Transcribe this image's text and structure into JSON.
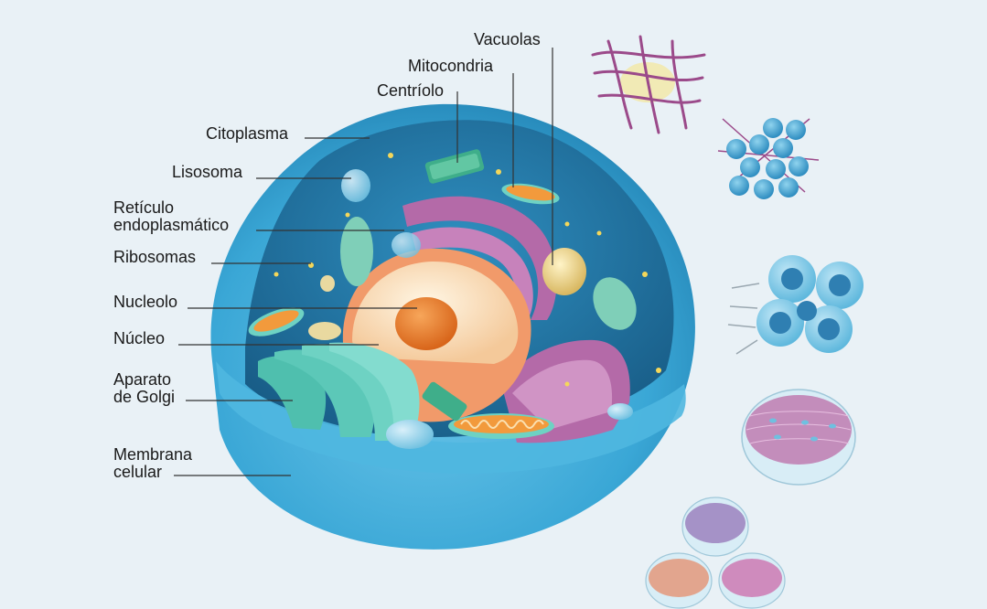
{
  "labels": {
    "vacuolas": "Vacuolas",
    "mitocondria": "Mitocondria",
    "centriolo": "Centríolo",
    "citoplasma": "Citoplasma",
    "lisosoma": "Lisosoma",
    "reticulo_1": "Retículo",
    "reticulo_2": "endoplasmático",
    "ribosomas": "Ribosomas",
    "nucleolo": "Nucleolo",
    "nucleo": "Núcleo",
    "golgi_1": "Aparato",
    "golgi_2": "de Golgi",
    "membrana_1": "Membrana",
    "membrana_2": "celular"
  },
  "colors": {
    "background": "#e9f1f6",
    "cell_outer": "#3aa7d6",
    "cell_inner": "#1f6f9c",
    "nucleus": "#fbe7c7",
    "nucleolus": "#f08a2c",
    "golgi": "#5cc8b8",
    "reticulum": "#b46aa8",
    "mitochondria": "#f29a3c",
    "leader_line": "#333333"
  }
}
